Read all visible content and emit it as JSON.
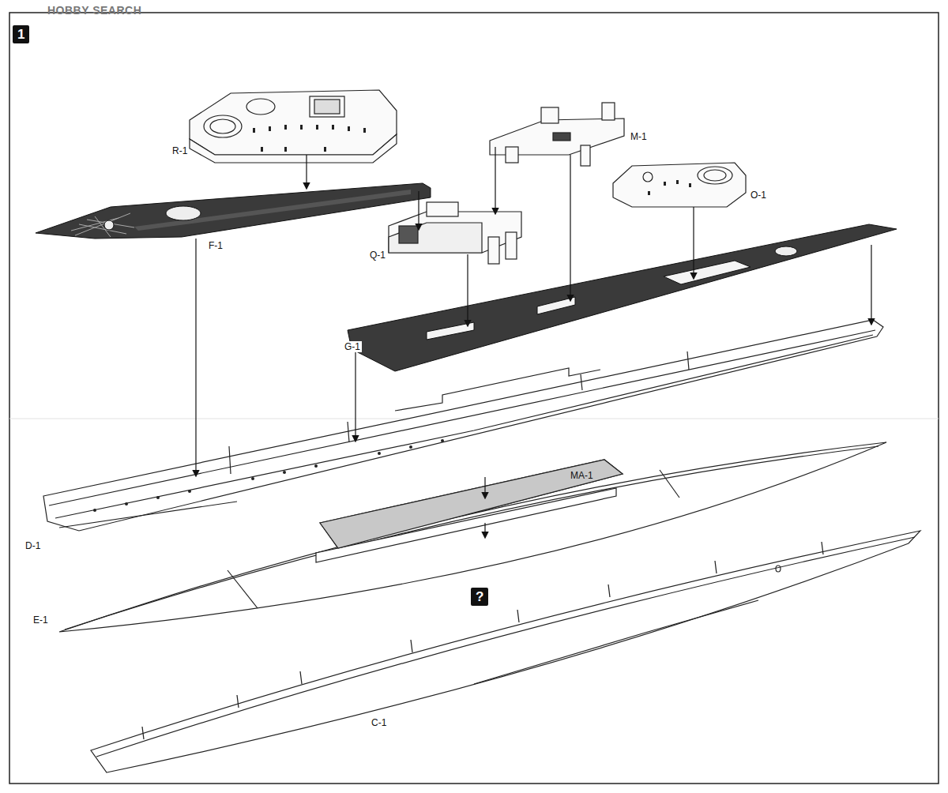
{
  "diagram": {
    "labels": [
      "HOBBY SEARCH",
      "1",
      "R-1",
      "F-1",
      "M-1",
      "Q-1",
      "O-1",
      "G-1",
      "MA-1",
      "D-1",
      "E-1",
      "?",
      "C-1"
    ]
  }
}
